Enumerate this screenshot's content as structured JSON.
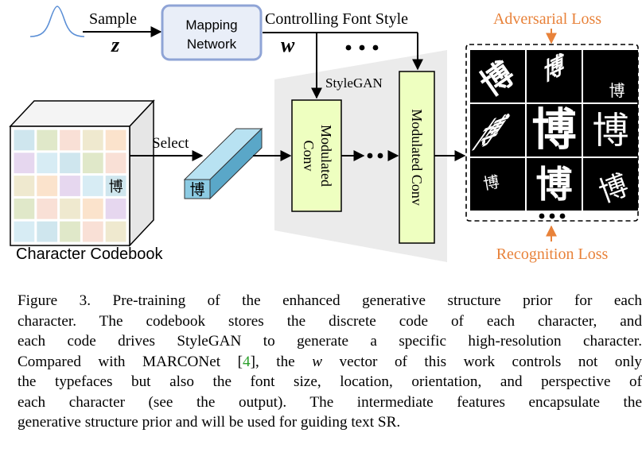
{
  "diagram": {
    "sample_label": "Sample",
    "z_symbol": "z",
    "mapping_network": [
      "Mapping",
      "Network"
    ],
    "w_symbol": "w",
    "controlling_label": "Controlling Font Style",
    "dots": "• • •",
    "stylegan_label": "StyleGAN",
    "select_label": "Select",
    "modulated_conv_small": [
      "Modulated",
      "Conv"
    ],
    "modulated_conv_large": "Modulated Conv",
    "codebook_label": "Character Codebook",
    "codebook_char": "博",
    "code_char": "博",
    "adversarial_loss": "Adversarial Loss",
    "recognition_loss": "Recognition Loss",
    "output_char": "博",
    "colors": {
      "mapping_border": "#8fa4d6",
      "mapping_fill": "#e9eef8",
      "conv_fill": "#eeffc0",
      "loss_orange": "#e8823a",
      "code_bar": "#7fbfd8",
      "trapezoid": "#ebebeb"
    }
  },
  "caption": {
    "line1": "Figure 3.  Pre-training of the enhanced generative structure prior for each",
    "line2": "character. The codebook stores the discrete code of each character, and",
    "line3": "each code drives StyleGAN to generate a specific high-resolution character.",
    "line4_pre": "Compared with MARCONet [",
    "line4_cite": "4",
    "line4_mid": "], the ",
    "line4_w": "w",
    "line4_post": " vector of this work controls not only",
    "line5": "the typefaces but also the font size, location, orientation, and perspective of",
    "line6": "each character (see the output). The intermediate features encapsulate the",
    "line7": "generative structure prior and will be used for guiding text SR."
  }
}
